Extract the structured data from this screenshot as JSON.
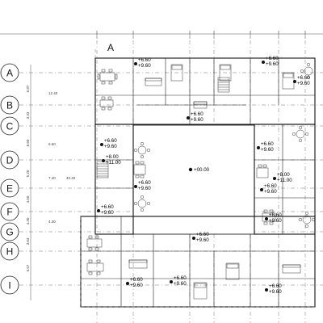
{
  "plan": {
    "column_grid_label": "A",
    "row_grid_labels": [
      "A",
      "B",
      "C",
      "D",
      "E",
      "F",
      "G",
      "H",
      "I"
    ],
    "row_dimensions": [
      "6.87",
      "3.33",
      "6.60",
      "5.20",
      "4.50",
      "4.30",
      "3.63",
      "6.57"
    ],
    "side_dimensions": [
      "12.40",
      "6.60",
      "7.40",
      "40.40",
      "4.30"
    ],
    "courtyard_level": "+00.00",
    "level_marks": [
      {
        "a": "+6.60",
        "b": "+9.60"
      },
      {
        "a": "+6.60",
        "b": "+9.60"
      },
      {
        "a": "+6.60",
        "b": "+9.60"
      },
      {
        "a": "+6.60",
        "b": "+9.60"
      },
      {
        "a": "+8.00",
        "b": "+11.00"
      },
      {
        "a": "+6.60",
        "b": "+9.60"
      },
      {
        "a": "+6.60",
        "b": "+9.60"
      },
      {
        "a": "+6.60",
        "b": "+9.60"
      },
      {
        "a": "+8.00",
        "b": "+11.00"
      },
      {
        "a": "+6.60",
        "b": "+9.60"
      },
      {
        "a": "+6.60",
        "b": "+9.60"
      },
      {
        "a": "+6.60",
        "b": "+9.60"
      },
      {
        "a": "+6.60",
        "b": "+9.60"
      },
      {
        "a": "+6.60",
        "b": "+9.60"
      },
      {
        "a": "+6.60",
        "b": "+9.60"
      },
      {
        "a": "+6.60",
        "b": "+9.60"
      }
    ]
  }
}
